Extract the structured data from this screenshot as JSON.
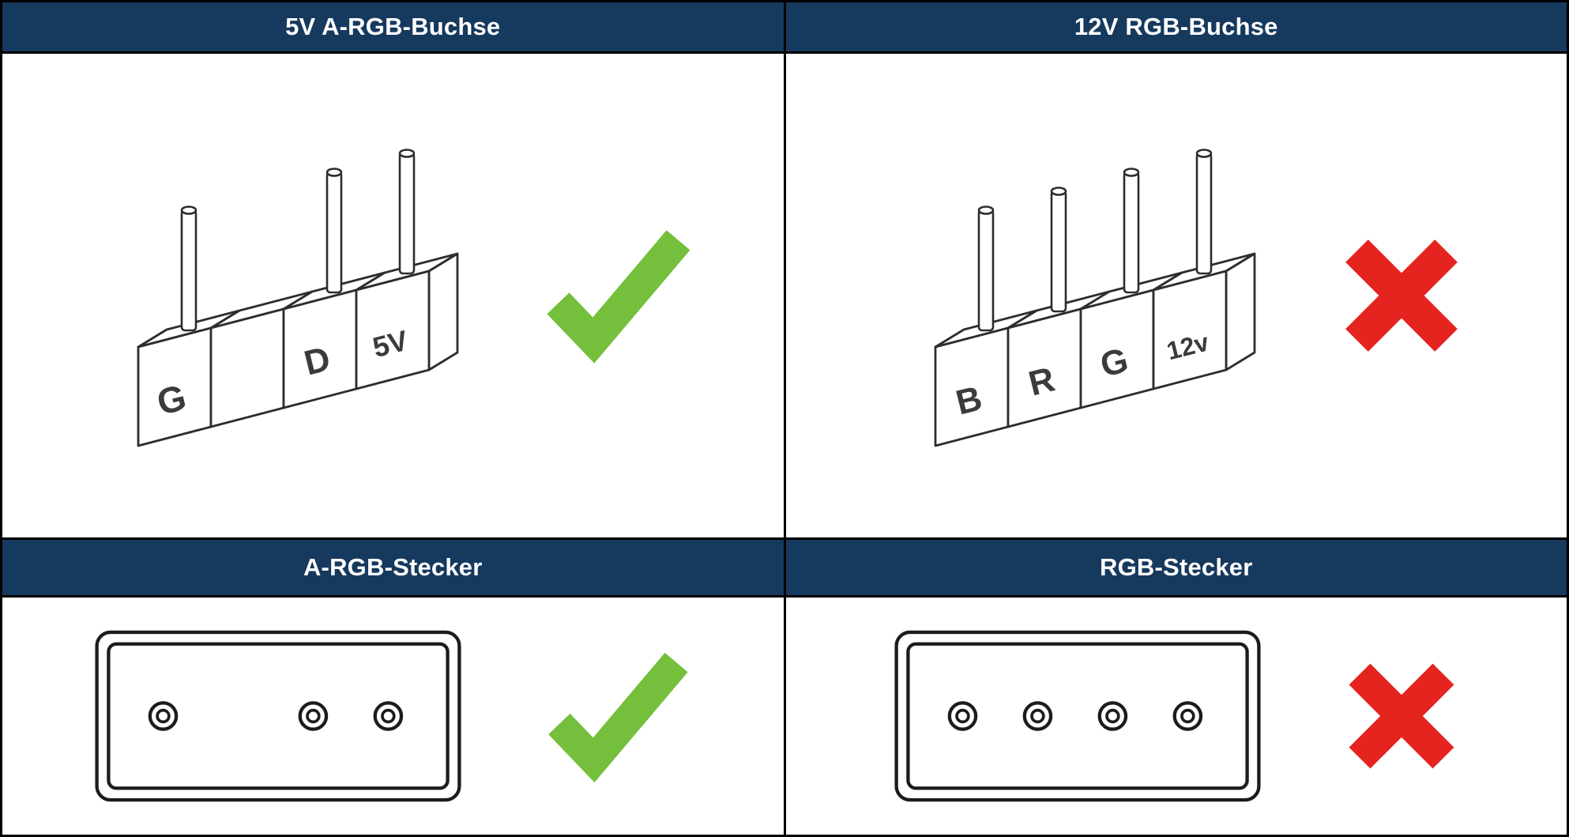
{
  "table": {
    "cells": [
      {
        "id": "argb-buchse",
        "title": "5V A-RGB-Buchse",
        "type": "pin-header-drawing",
        "positions": 4,
        "pins_present": [
          true,
          false,
          true,
          true
        ],
        "pin_labels": [
          "G",
          "",
          "D",
          "5V"
        ],
        "result": "check"
      },
      {
        "id": "rgb-buchse",
        "title": "12V RGB-Buchse",
        "type": "pin-header-drawing",
        "positions": 4,
        "pins_present": [
          true,
          true,
          true,
          true
        ],
        "pin_labels": [
          "B",
          "R",
          "G",
          "12v"
        ],
        "result": "cross"
      },
      {
        "id": "argb-stecker",
        "title": "A-RGB-Stecker",
        "type": "plug-drawing",
        "holes": 3,
        "hole_pattern": "hole-gap-hole-hole",
        "result": "check"
      },
      {
        "id": "rgb-stecker",
        "title": "RGB-Stecker",
        "type": "plug-drawing",
        "holes": 4,
        "hole_pattern": "evenly-spaced",
        "result": "cross"
      }
    ]
  },
  "colors": {
    "header_bg": "#16395e",
    "header_text": "#ffffff",
    "check_green": "#74bf3c",
    "cross_red": "#e52420",
    "line": "#2d2d2d",
    "border": "#000000"
  }
}
